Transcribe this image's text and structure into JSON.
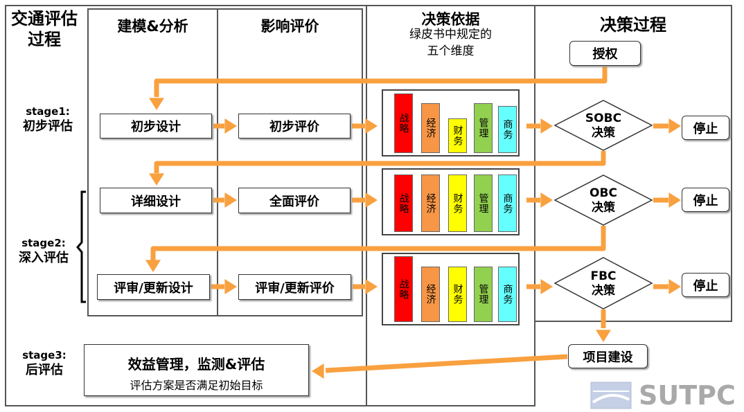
{
  "title": "交通评估过程",
  "columns": {
    "modeling": "建模&分析",
    "impact": "影响评价",
    "basis_title": "决策依据",
    "basis_sub1": "绿皮书中规定的",
    "basis_sub2": "五个维度",
    "process": "决策过程"
  },
  "stages": {
    "s1_en": "stage1:",
    "s1_zh": "初步评估",
    "s2_en": "stage2:",
    "s2_zh": "深入评估",
    "s3_en": "stage3:",
    "s3_zh": "后评估"
  },
  "rows": [
    {
      "design": "初步设计",
      "eval": "初步评价",
      "decision_line1": "SOBC",
      "decision_line2": "决策",
      "stop": "停止"
    },
    {
      "design": "详细设计",
      "eval": "全面评价",
      "decision_line1": "OBC",
      "decision_line2": "决策",
      "stop": "停止"
    },
    {
      "design": "评审/更新设计",
      "eval": "评审/更新评价",
      "decision_line1": "FBC",
      "decision_line2": "决策",
      "stop": "停止"
    }
  ],
  "dimensions": [
    {
      "label": "战略",
      "color": "#ff0000"
    },
    {
      "label": "经济",
      "color": "#f79646"
    },
    {
      "label": "财务",
      "color": "#ffff00"
    },
    {
      "label": "管理",
      "color": "#92d050"
    },
    {
      "label": "商务",
      "color": "#66ffff"
    }
  ],
  "dimension_heights": [
    [
      0.65,
      0.55,
      0.38,
      0.55,
      0.52
    ],
    [
      0.62,
      0.62,
      0.62,
      0.62,
      0.62
    ],
    [
      0.65,
      0.55,
      0.55,
      0.55,
      0.55
    ]
  ],
  "authorize": "授权",
  "project_build": "项目建设",
  "post_box_line1": "效益管理，监测&评估",
  "post_box_line2": "评估方案是否满足初始目标",
  "logo_text": "SUTPC",
  "arrow_color": "#f9a03f"
}
